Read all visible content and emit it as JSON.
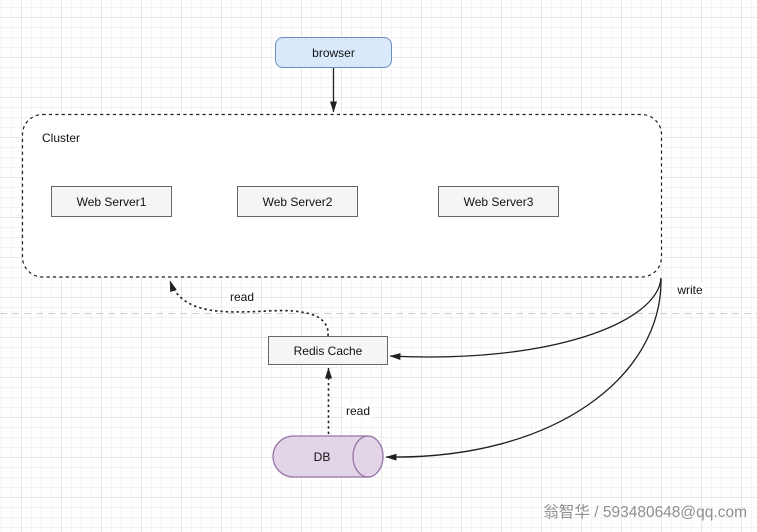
{
  "diagram": {
    "browser": {
      "label": "browser"
    },
    "cluster": {
      "label": "Cluster",
      "servers": [
        {
          "label": "Web Server1"
        },
        {
          "label": "Web Server2"
        },
        {
          "label": "Web Server3"
        }
      ]
    },
    "redis": {
      "label": "Redis Cache"
    },
    "db": {
      "label": "DB"
    },
    "edges": {
      "read_redis_to_cluster": "read",
      "read_db_to_redis": "read",
      "write_cluster": "write"
    }
  },
  "watermark": "翁智华 / 593480648@qq.com",
  "colors": {
    "browser-fill": "#dae8fc",
    "browser-stroke": "#6c8ebf",
    "server-fill": "#f5f5f5",
    "server-stroke": "#666666",
    "db-fill": "#e1d5e7",
    "db-stroke": "#9673a6",
    "edge-stroke": "#1f1f1f",
    "label-text": "#111111",
    "watermark-text": "#8f8f8f",
    "grid-minor": "#f4f2f2",
    "grid-major": "#e8e6e6",
    "page-line": "#cfcfcf"
  }
}
